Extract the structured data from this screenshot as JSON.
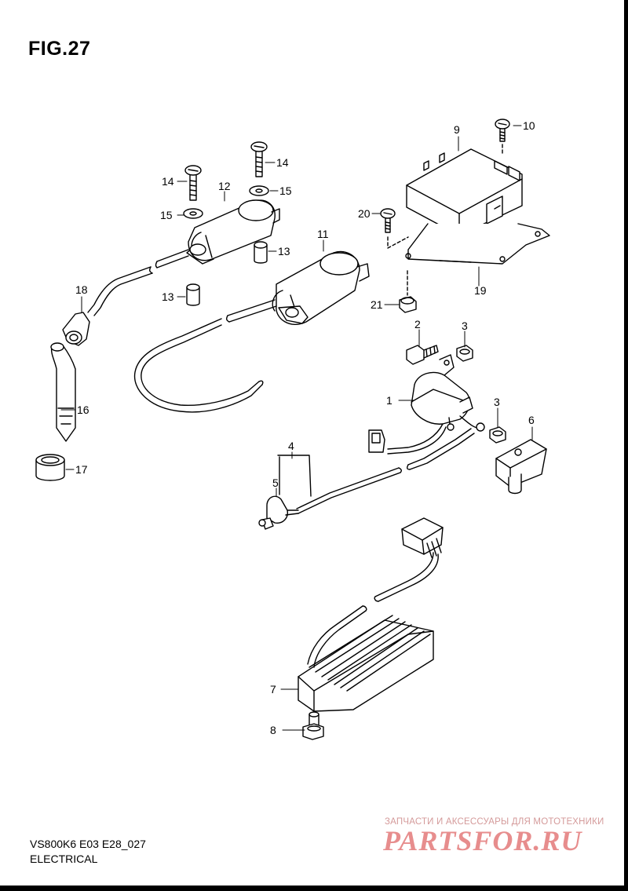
{
  "figure": {
    "title": "FIG.27"
  },
  "callouts": [
    {
      "id": "p1",
      "label": "1"
    },
    {
      "id": "p2",
      "label": "2"
    },
    {
      "id": "p3a",
      "label": "3"
    },
    {
      "id": "p3b",
      "label": "3"
    },
    {
      "id": "p4",
      "label": "4"
    },
    {
      "id": "p5",
      "label": "5"
    },
    {
      "id": "p6",
      "label": "6"
    },
    {
      "id": "p7",
      "label": "7"
    },
    {
      "id": "p8",
      "label": "8"
    },
    {
      "id": "p9",
      "label": "9"
    },
    {
      "id": "p10",
      "label": "10"
    },
    {
      "id": "p11",
      "label": "11"
    },
    {
      "id": "p12",
      "label": "12"
    },
    {
      "id": "p13a",
      "label": "13"
    },
    {
      "id": "p13b",
      "label": "13"
    },
    {
      "id": "p14a",
      "label": "14"
    },
    {
      "id": "p14b",
      "label": "14"
    },
    {
      "id": "p15a",
      "label": "15"
    },
    {
      "id": "p15b",
      "label": "15"
    },
    {
      "id": "p16",
      "label": "16"
    },
    {
      "id": "p17",
      "label": "17"
    },
    {
      "id": "p18",
      "label": "18"
    },
    {
      "id": "p19",
      "label": "19"
    },
    {
      "id": "p20",
      "label": "20"
    },
    {
      "id": "p21",
      "label": "21"
    }
  ],
  "footer": {
    "model_code": "VS800K6 E03 E28_027",
    "section": "ELECTRICAL"
  },
  "watermark": {
    "tagline": "ЗАПЧАСТИ И АКСЕССУАРЫ ДЛЯ МОТОТЕХНИКИ",
    "logo": "PARTSFOR.RU",
    "color": "#e78d8d"
  }
}
